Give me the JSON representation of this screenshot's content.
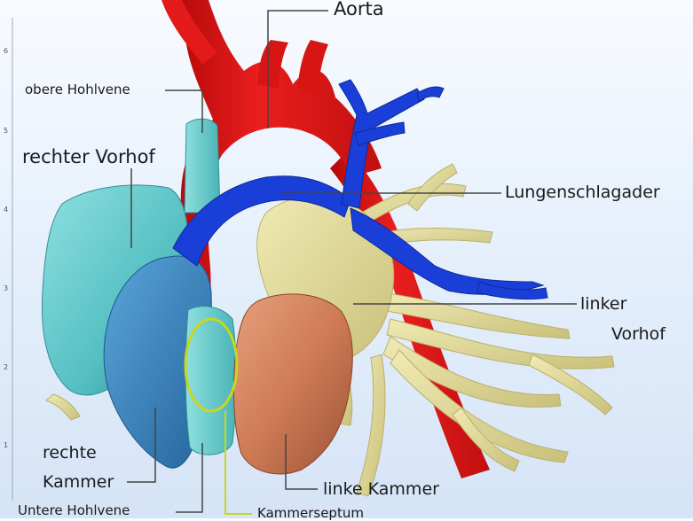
{
  "labels": {
    "aorta": "Aorta",
    "obere_hohlvene": "obere Hohlvene",
    "rechter_vorhof": "rechter Vorhof",
    "lungenschlagader": "Lungenschlagader",
    "linker": "linker",
    "vorhof": "Vorhof",
    "rechte": "rechte",
    "kammer": "Kammer",
    "untere_hohlvene": "Untere Hohlvene",
    "kammerseptum": "Kammerseptum",
    "linke_kammer": "linke Kammer"
  },
  "axis_ticks": [
    "6",
    "5",
    "4",
    "3",
    "2",
    "1"
  ],
  "colors": {
    "aorta": "#e01414",
    "pulmonary_artery": "#1a3fd8",
    "right_atrium": "#5fc7c9",
    "right_ventricle": "#3b86c2",
    "vena_cava": "#6fd0cf",
    "left_ventricle": "#cf7b56",
    "left_atrium_pulmonary_veins": "#e6df9c",
    "septum_marker": "#c8d61e",
    "leader_line": "#444444"
  }
}
